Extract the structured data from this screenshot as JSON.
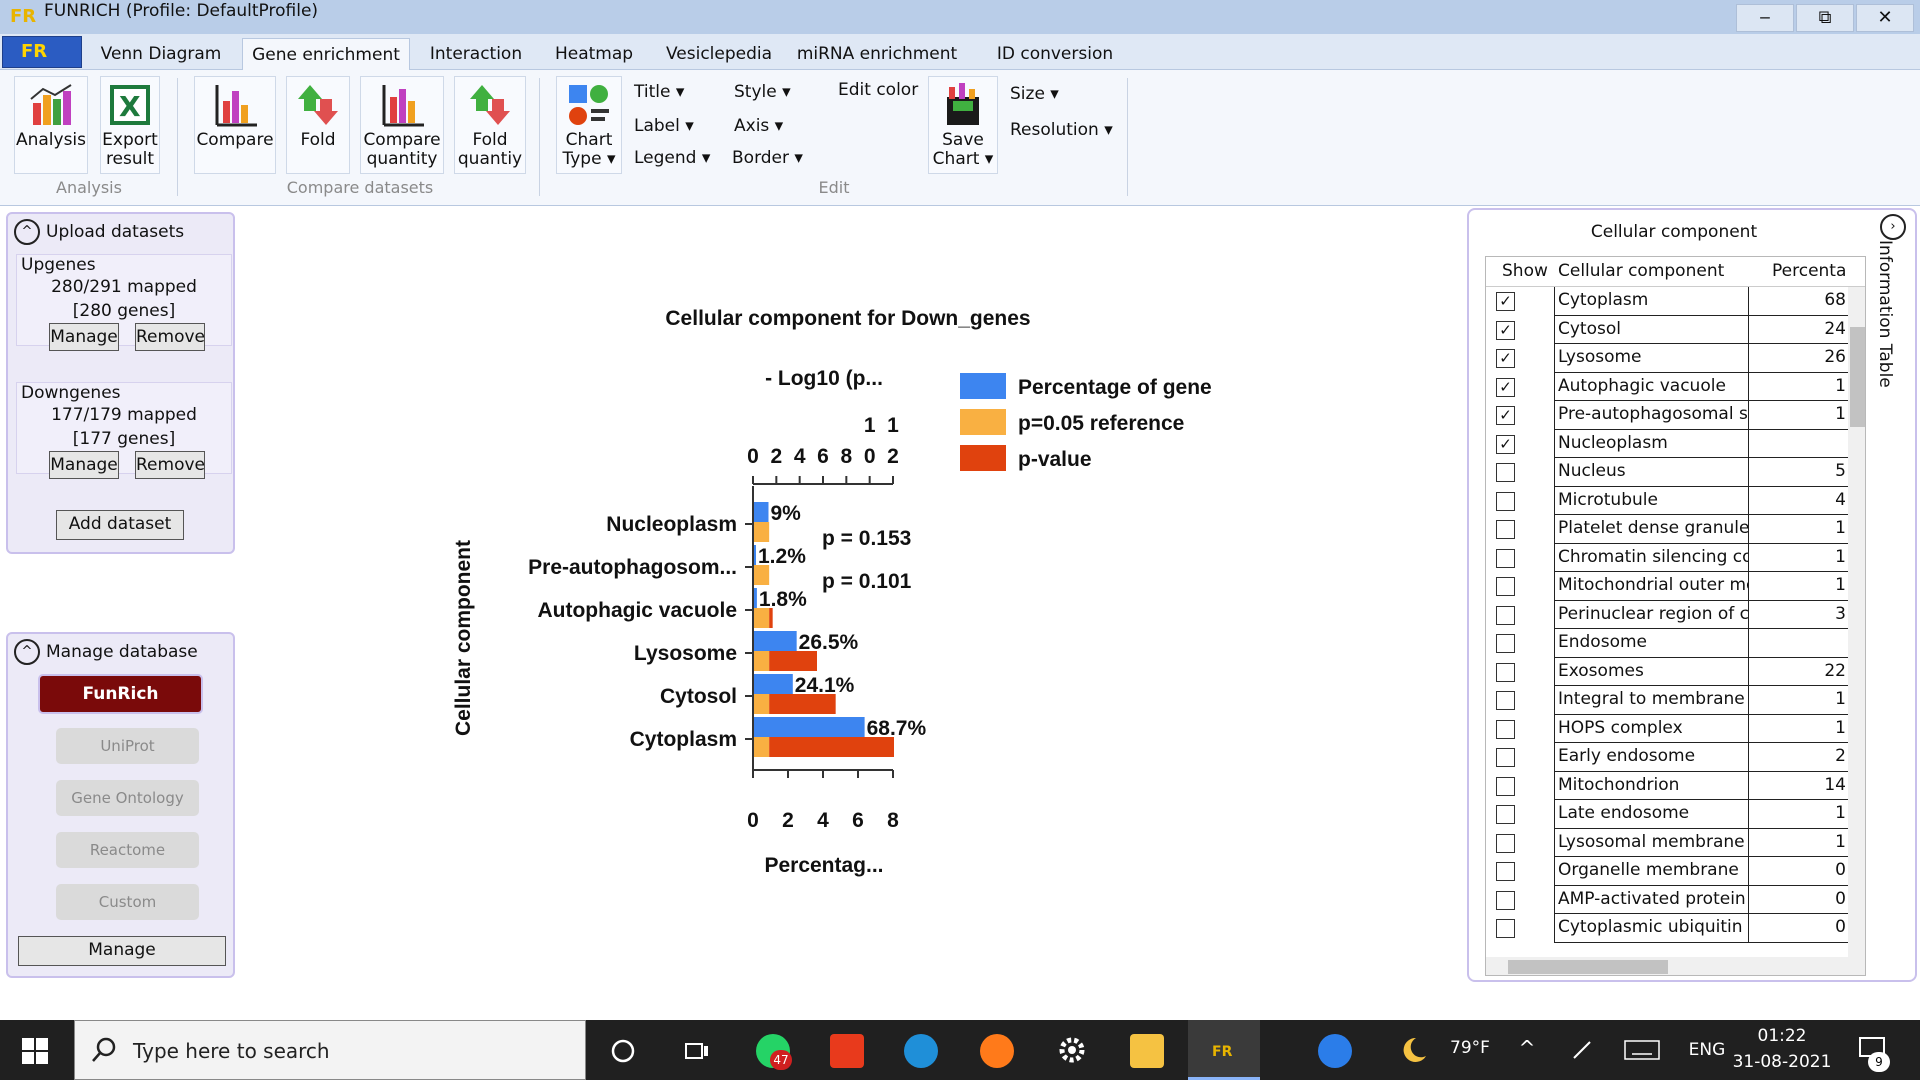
{
  "window": {
    "title": "FUNRICH (Profile:  DefaultProfile)",
    "minimize": "‒",
    "restore": "⧉",
    "close": "✕"
  },
  "app_menu": "FR",
  "tabs": [
    "Venn Diagram",
    "Gene enrichment",
    "Interaction",
    "Heatmap",
    "Vesiclepedia",
    "miRNA enrichment",
    "ID conversion"
  ],
  "ribbon": {
    "analysis": "Analysis",
    "export": "Export result",
    "group_analysis": "Analysis",
    "compare": "Compare",
    "fold": "Fold",
    "compare_quantity": "Compare quantity",
    "fold_quantity": "Fold quantiy",
    "group_compare": "Compare datasets",
    "chart_type": "Chart Type ▾",
    "title": "Title ▾",
    "label": "Label ▾",
    "legend": "Legend ▾",
    "style": "Style ▾",
    "axis": "Axis ▾",
    "border": "Border ▾",
    "edit_color": "Edit color",
    "save_chart": "Save Chart ▾",
    "size": "Size ▾",
    "resolution": "Resolution ▾",
    "group_edit": "Edit"
  },
  "upload": {
    "header": "Upload datasets",
    "up": {
      "name": "Upgenes",
      "mapped": "280/291 mapped",
      "genes": "[280 genes]"
    },
    "down": {
      "name": "Downgenes",
      "mapped": "177/179 mapped",
      "genes": "[177 genes]"
    },
    "manage": "Manage",
    "remove": "Remove",
    "add": "Add dataset"
  },
  "database": {
    "header": "Manage database",
    "funrich": "FunRich",
    "uniprot": "UniProt",
    "go": "Gene Ontology",
    "reactome": "Reactome",
    "custom": "Custom",
    "manage": "Manage"
  },
  "chart_data": {
    "type": "bar",
    "title": "Cellular component for Down_genes",
    "ylabel": "Cellular component",
    "xlabel_bottom": "Percentag...",
    "xlabel_top": "- Log10 (p...",
    "categories": [
      "Nucleoplasm",
      "Pre-autophagosom...",
      "Autophagic vacuole",
      "Lysosome",
      "Cytosol",
      "Cytoplasm"
    ],
    "bottom_ticks": [
      "0",
      "2",
      "4",
      "6",
      "8"
    ],
    "top_ticks": [
      "0",
      "2",
      "4",
      "6",
      "8",
      "1\n0",
      "1\n2"
    ],
    "xlim_bottom": [
      0,
      8
    ],
    "xlim_top": [
      0,
      12
    ],
    "series": [
      {
        "name": "Percentage of gene",
        "color": "#3d85f0",
        "values": [
          9,
          1.2,
          1.8,
          26.5,
          24.1,
          68.7
        ],
        "labels": [
          "9%",
          "1.2%",
          "1.8%",
          "26.5%",
          "24.1%",
          "68.7%"
        ]
      },
      {
        "name": "p=0.05 reference",
        "color": "#f9b042",
        "values": [
          1.3,
          1.3,
          1.3,
          1.3,
          1.3,
          1.3
        ]
      },
      {
        "name": "p-value",
        "color": "#e0420e",
        "values": [
          0.8,
          1.0,
          1.6,
          5.4,
          7.0,
          12.0
        ]
      }
    ],
    "annotations": [
      "p = 0.153",
      "p = 0.101"
    ],
    "bar_scale_note": ""
  },
  "info_table": {
    "title": "Cellular component",
    "side_label": "Information Table",
    "headers": [
      "Show",
      "Cellular component",
      "Percenta"
    ],
    "rows": [
      {
        "checked": true,
        "name": "Cytoplasm",
        "pct": "68"
      },
      {
        "checked": true,
        "name": "Cytosol",
        "pct": "24"
      },
      {
        "checked": true,
        "name": "Lysosome",
        "pct": "26"
      },
      {
        "checked": true,
        "name": "Autophagic vacuole",
        "pct": "1"
      },
      {
        "checked": true,
        "name": "Pre-autophagosomal st",
        "pct": "1"
      },
      {
        "checked": true,
        "name": "Nucleoplasm",
        "pct": ""
      },
      {
        "checked": false,
        "name": "Nucleus",
        "pct": "5"
      },
      {
        "checked": false,
        "name": "Microtubule",
        "pct": "4"
      },
      {
        "checked": false,
        "name": "Platelet dense granule r",
        "pct": "1"
      },
      {
        "checked": false,
        "name": "Chromatin silencing coi",
        "pct": "1"
      },
      {
        "checked": false,
        "name": "Mitochondrial outer me",
        "pct": "1"
      },
      {
        "checked": false,
        "name": "Perinuclear region of cy",
        "pct": "3"
      },
      {
        "checked": false,
        "name": "Endosome",
        "pct": ""
      },
      {
        "checked": false,
        "name": "Exosomes",
        "pct": "22"
      },
      {
        "checked": false,
        "name": "Integral to membrane c",
        "pct": "1"
      },
      {
        "checked": false,
        "name": "HOPS complex",
        "pct": "1"
      },
      {
        "checked": false,
        "name": "Early endosome",
        "pct": "2"
      },
      {
        "checked": false,
        "name": "Mitochondrion",
        "pct": "14"
      },
      {
        "checked": false,
        "name": "Late endosome",
        "pct": "1"
      },
      {
        "checked": false,
        "name": "Lysosomal membrane",
        "pct": "1"
      },
      {
        "checked": false,
        "name": "Organelle membrane",
        "pct": "0"
      },
      {
        "checked": false,
        "name": "AMP-activated protein",
        "pct": "0"
      },
      {
        "checked": false,
        "name": "Cytoplasmic ubiquitin li",
        "pct": "0"
      }
    ]
  },
  "taskbar": {
    "search_placeholder": "Type here to search",
    "whatsapp_badge": "47",
    "weather": "79°F",
    "lang": "ENG",
    "time": "01:22",
    "date": "31-08-2021",
    "notif_badge": "9"
  }
}
